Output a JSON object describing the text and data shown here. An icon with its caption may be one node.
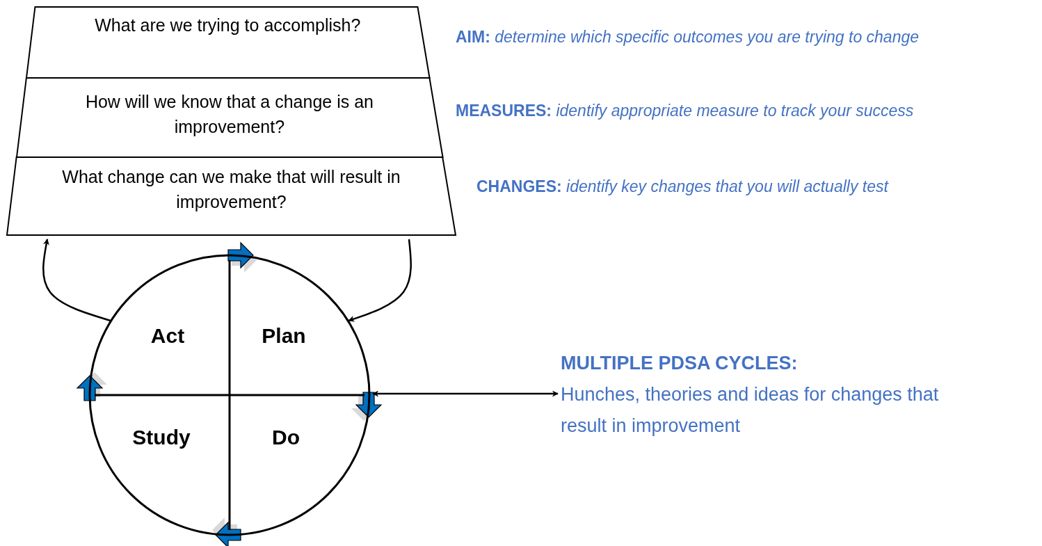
{
  "diagram": {
    "nodes": [
      {
        "text": [
          "What are we trying to accomplish?"
        ]
      },
      {
        "text": [
          "How will we know that a change is an improvement?"
        ]
      },
      {
        "text": [
          "What change can we make that will result in improvement?"
        ]
      },
      {
        "text": [],
        "shape": "circle"
      },
      {
        "text": [
          "Act"
        ],
        "in": 3
      },
      {
        "text": [
          "Plan"
        ],
        "in": 3
      },
      {
        "text": [
          "Study"
        ],
        "in": 3
      },
      {
        "text": [
          "Do"
        ],
        "in": 3
      },
      {
        "text": [
          "MULTIPLE PDSA CYCLES:",
          "Hunches, theories and ideas for changes that result in improvement"
        ]
      }
    ],
    "edges": [
      {
        "from": 3,
        "to": 2,
        "arrow": "to"
      },
      {
        "from": 2,
        "to": 3,
        "arrow": "to"
      },
      {
        "from": 3,
        "to": 8,
        "arrow": "both"
      }
    ],
    "labels": [
      "**AIM:** *determine which specific outcomes you are trying to change*",
      "**MEASURES:** *identify appropriate measure to track your success*",
      "**CHANGES:** *identify key changes that you will actually test*"
    ]
  }
}
